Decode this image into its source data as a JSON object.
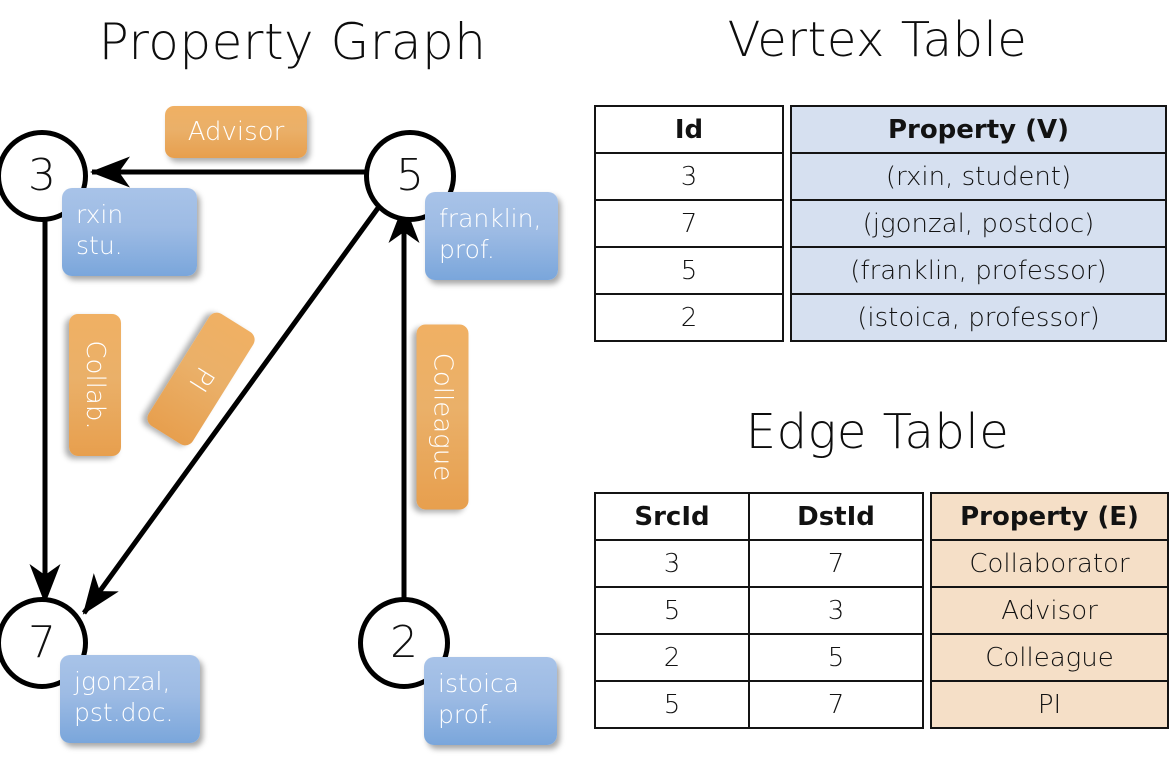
{
  "titles": {
    "property_graph": "Property Graph",
    "vertex_table": "Vertex Table",
    "edge_table": "Edge Table"
  },
  "graph": {
    "nodes": [
      {
        "id": "3",
        "property": "rxin\nstu."
      },
      {
        "id": "5",
        "property": "franklin,\nprof."
      },
      {
        "id": "7",
        "property": "jgonzal,\npst.doc."
      },
      {
        "id": "2",
        "property": "istoica\nprof."
      }
    ],
    "edge_labels": [
      {
        "name": "advisor",
        "label": "Advisor"
      },
      {
        "name": "collab",
        "label": "Collab."
      },
      {
        "name": "pi",
        "label": "PI"
      },
      {
        "name": "colleague",
        "label": "Colleague"
      }
    ]
  },
  "vertex_table": {
    "headers": [
      "Id",
      "Property (V)"
    ],
    "rows": [
      [
        "3",
        "(rxin, student)"
      ],
      [
        "7",
        "(jgonzal, postdoc)"
      ],
      [
        "5",
        "(franklin, professor)"
      ],
      [
        "2",
        "(istoica, professor)"
      ]
    ]
  },
  "edge_table": {
    "headers": [
      "SrcId",
      "DstId",
      "Property (E)"
    ],
    "rows": [
      [
        "3",
        "7",
        "Collaborator"
      ],
      [
        "5",
        "3",
        "Advisor"
      ],
      [
        "2",
        "5",
        "Colleague"
      ],
      [
        "5",
        "7",
        "PI"
      ]
    ]
  },
  "colors": {
    "vertex_property_fill": "#d6e0f0",
    "edge_property_fill": "#f5dfc7",
    "node_callout": "#7aa6db",
    "edge_label": "#e79f4e",
    "stroke": "#000000"
  }
}
